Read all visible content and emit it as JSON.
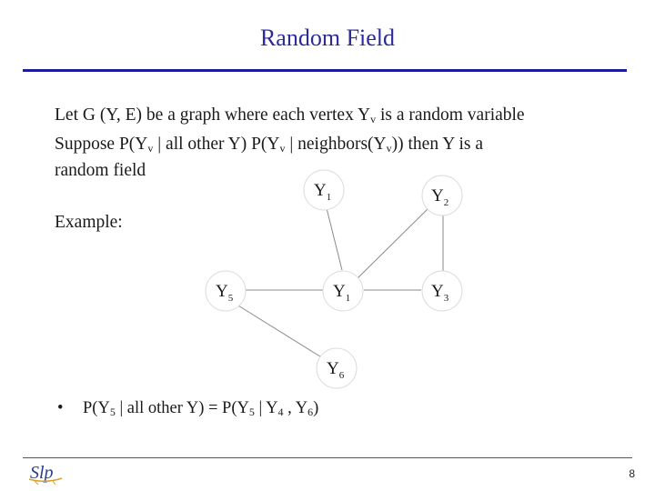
{
  "slide": {
    "title": "Random Field",
    "line1": "Let G    (Y, E) be a graph where each vertex Y",
    "line1_sub": "v",
    "line1_end": " is a random variable",
    "line2_a": "Suppose P(Y",
    "line2_sub": "v",
    "line2_b": " | all other Y)    P(Y",
    "line2_sub2": "v",
    "line2_c": " | neighbors(Y",
    "line2_sub3": "v",
    "line2_d": ")) then Y is a",
    "line3": "random field",
    "example_label": "Example:",
    "bullet": {
      "a": "P(Y",
      "s1": "5",
      "b": " | all other Y) = P(Y",
      "s2": "5",
      "c": " | Y",
      "s3": "4",
      "d": " , Y",
      "s4": "6",
      "e": ")"
    },
    "page_number": "8",
    "logo_text": "Slp"
  },
  "graph": {
    "nodes": [
      {
        "label": "Y",
        "sub": "1"
      },
      {
        "label": "Y",
        "sub": "2"
      },
      {
        "label": "Y",
        "sub": "5"
      },
      {
        "label": "Y",
        "sub": "1"
      },
      {
        "label": "Y",
        "sub": "3"
      },
      {
        "label": "Y",
        "sub": "6"
      }
    ]
  }
}
